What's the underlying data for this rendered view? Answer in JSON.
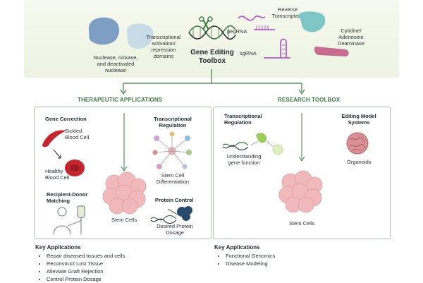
{
  "toolbox": {
    "title_line1": "Gene Editing",
    "title_line2": "Toolbox",
    "nuclease": [
      "Nuclease, nickase,",
      "and deactivated",
      "nuclease"
    ],
    "transcriptional": [
      "Transcriptional",
      "activation/",
      "repression",
      "domains"
    ],
    "pegrna": "pegRNA",
    "sgrna": "sgRNA",
    "reverse_transcriptase": [
      "Reverse",
      "Transcriptase"
    ],
    "deaminase": [
      "Cytidine/",
      "Adenosine",
      "Deaminase"
    ]
  },
  "therapeutic": {
    "title": "THERAPEUTIC APPLICATIONS",
    "gene_correction": "Gene Correction",
    "sickled": [
      "Sickled",
      "Blood Cell"
    ],
    "healthy": [
      "Healthy",
      "Blood Cell"
    ],
    "recipient_donor": [
      "Recipient-Donor",
      "Matching"
    ],
    "stem_cells": "Stem Cells",
    "transcriptional_regulation": [
      "Transcriptional",
      "Regulation"
    ],
    "stem_cell_diff": [
      "Stem Cell",
      "Differentiation"
    ],
    "protein_control": "Protein Control",
    "desired_protein": [
      "Desired Protein",
      "Dosage"
    ],
    "key_title": "Key Applications",
    "key_items": [
      "Repair diseased tissues and cells",
      "Reconstruct Lost Tissue",
      "Alleviate Graft Rejection",
      "Control Protein Dosage"
    ]
  },
  "research": {
    "title": "RESEARCH TOOLBOX",
    "transcriptional_regulation": [
      "Transcriptional",
      "Regulation"
    ],
    "understanding": [
      "Understanding",
      "gene function"
    ],
    "editing_model": [
      "Editing Model",
      "Systems"
    ],
    "organoids": "Organoids",
    "stem_cells": "Stem Cells",
    "key_title": "Key Applications",
    "key_items": [
      "Functional Genomics",
      "Disease Modeling"
    ]
  },
  "colors": {
    "accent_green": "#3f7a45",
    "nuclease_blue": "#7f9ec4",
    "nuclease_light": "#c9dbe6",
    "rt_teal": "#7fc7c7",
    "rna_purple": "#b45cc9",
    "deaminase_pink": "#c86b93",
    "blood_red": "#c4262e",
    "stem_pink": "#f0b9bb"
  }
}
